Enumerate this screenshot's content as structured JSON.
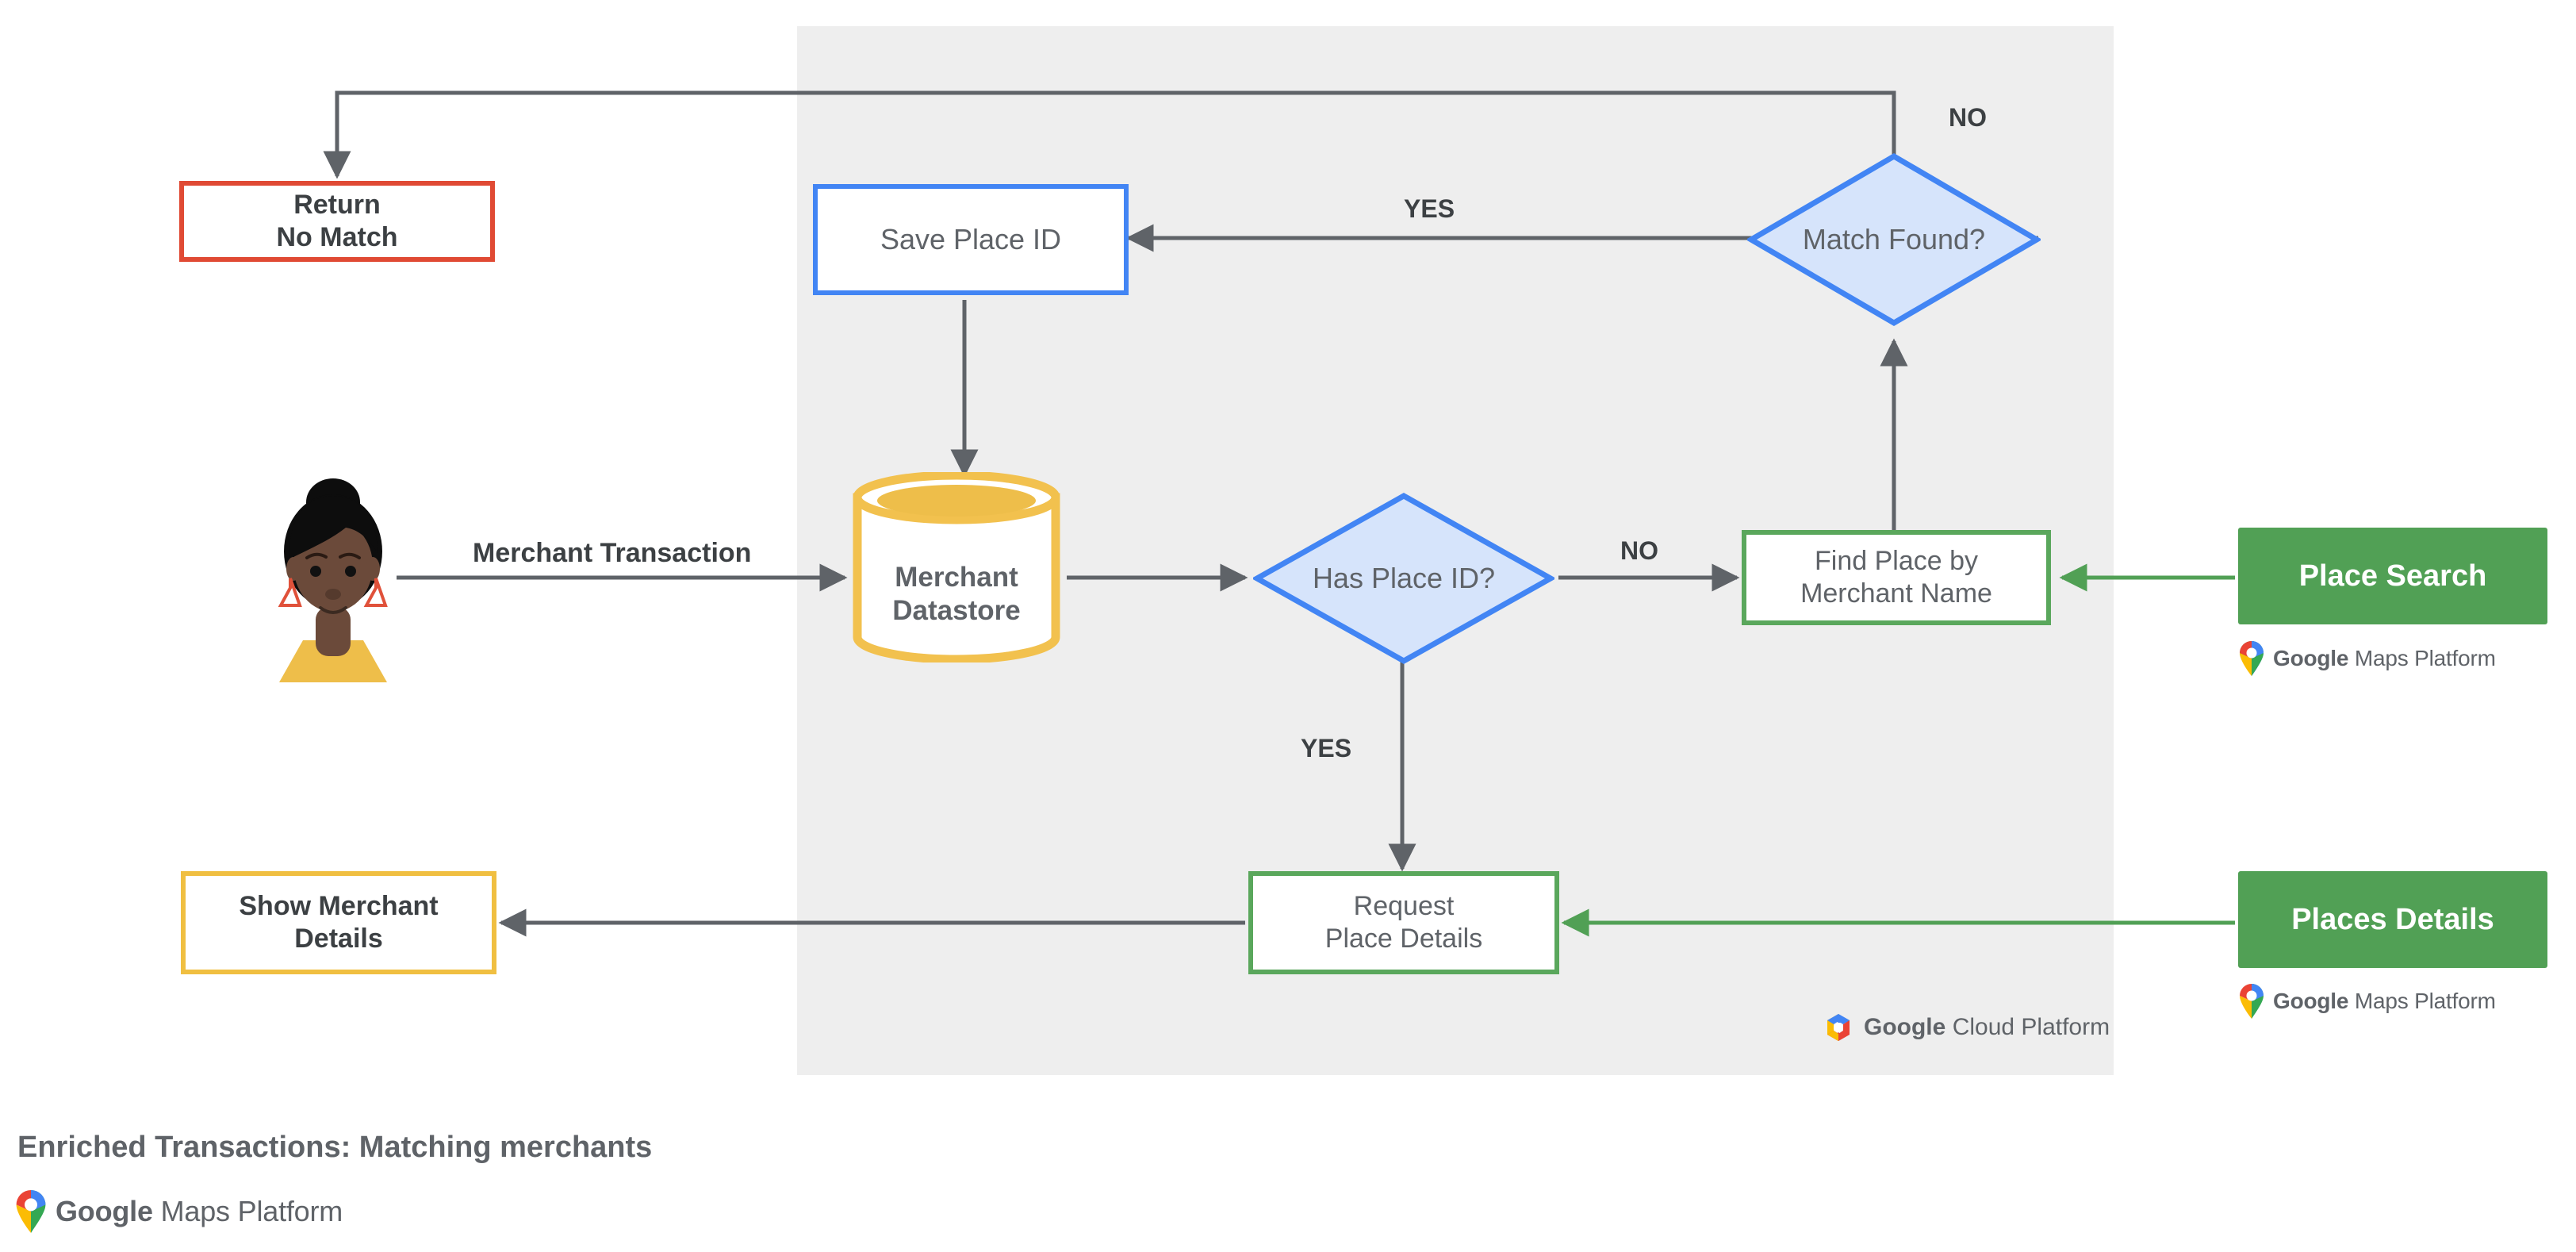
{
  "diagram": {
    "type": "flowchart",
    "caption": "Enriched Transactions: Matching merchants",
    "platform_panel": {
      "badge_google": "Google",
      "badge_rest": "Cloud Platform"
    },
    "colors": {
      "panel_bg": "#eeeeee",
      "red": "#e04a34",
      "blue": "#4285f4",
      "blue_fill": "#d6e4fb",
      "green": "#5aa75c",
      "green_solid": "#51a055",
      "amber": "#f0bf41",
      "arrow": "#5f6368",
      "text_dark": "#3c4043",
      "text_grey": "#5f6368"
    },
    "nodes": {
      "return_no_match": {
        "line1": "Return",
        "line2": "No Match"
      },
      "save_place_id": {
        "line1": "Save Place ID"
      },
      "match_found": {
        "line1": "Match",
        "line2": "Found?"
      },
      "merchant_datastore": {
        "line1": "Merchant",
        "line2": "Datastore"
      },
      "has_place_id": {
        "line1": "Has",
        "line2": "Place ID?"
      },
      "find_place_by_merchant_name": {
        "line1": "Find Place by",
        "line2": "Merchant Name"
      },
      "request_place_details": {
        "line1": "Request",
        "line2": "Place Details"
      },
      "show_merchant_details": {
        "line1": "Show Merchant",
        "line2": "Details"
      },
      "place_search": {
        "label": "Place Search"
      },
      "places_details": {
        "label": "Places Details"
      }
    },
    "edge_labels": {
      "merchant_transaction": "Merchant Transaction",
      "match_found_no": "NO",
      "match_found_yes": "YES",
      "has_place_id_no": "NO",
      "has_place_id_yes": "YES"
    },
    "logos": {
      "maps_platform_google": "Google",
      "maps_platform_rest": "Maps Platform",
      "cloud_platform_google": "Google",
      "cloud_platform_rest": "Cloud Platform"
    },
    "avatar": {
      "name": "user-avatar"
    }
  }
}
